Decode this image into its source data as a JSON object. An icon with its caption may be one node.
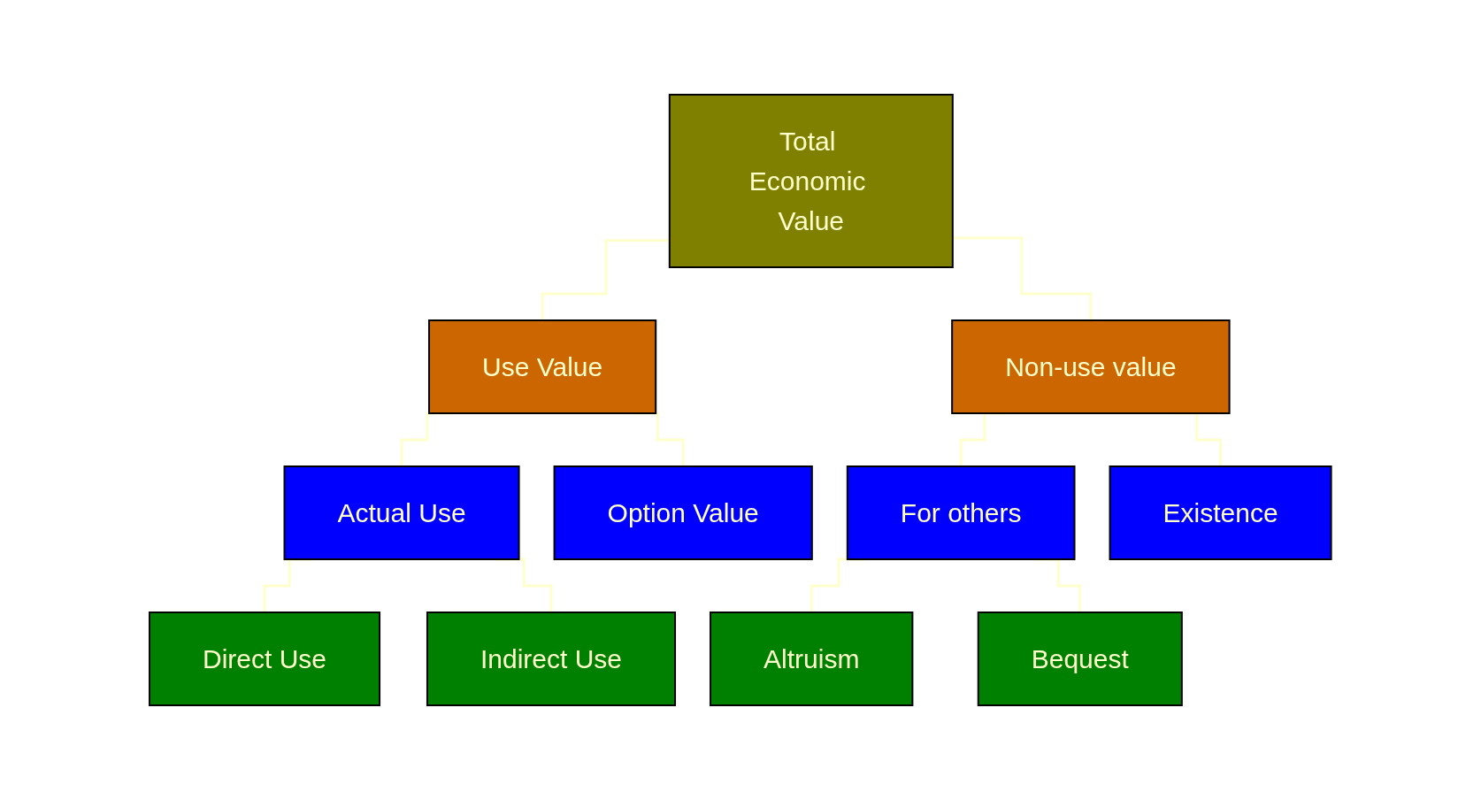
{
  "diagram": {
    "nodes": [
      {
        "text": [
          "Total Economic Value"
        ]
      },
      {
        "text": [
          "Use Value"
        ]
      },
      {
        "text": [
          "Non-use value"
        ]
      },
      {
        "text": [
          "Actual Use"
        ]
      },
      {
        "text": [
          "Option Value"
        ]
      },
      {
        "text": [
          "For others"
        ]
      },
      {
        "text": [
          "Existence"
        ]
      },
      {
        "text": [
          "Direct Use"
        ]
      },
      {
        "text": [
          "Indirect Use"
        ]
      },
      {
        "text": [
          "Altruism"
        ]
      },
      {
        "text": [
          "Bequest"
        ]
      }
    ],
    "edges": [
      {
        "from": 0,
        "to": 1,
        "arrow": "none"
      },
      {
        "from": 0,
        "to": 2,
        "arrow": "none"
      },
      {
        "from": 1,
        "to": 3,
        "arrow": "none"
      },
      {
        "from": 1,
        "to": 4,
        "arrow": "none"
      },
      {
        "from": 2,
        "to": 5,
        "arrow": "none"
      },
      {
        "from": 2,
        "to": 6,
        "arrow": "none"
      },
      {
        "from": 3,
        "to": 7,
        "arrow": "none"
      },
      {
        "from": 3,
        "to": 8,
        "arrow": "none"
      },
      {
        "from": 5,
        "to": 9,
        "arrow": "none"
      },
      {
        "from": 5,
        "to": 10,
        "arrow": "none"
      }
    ]
  }
}
